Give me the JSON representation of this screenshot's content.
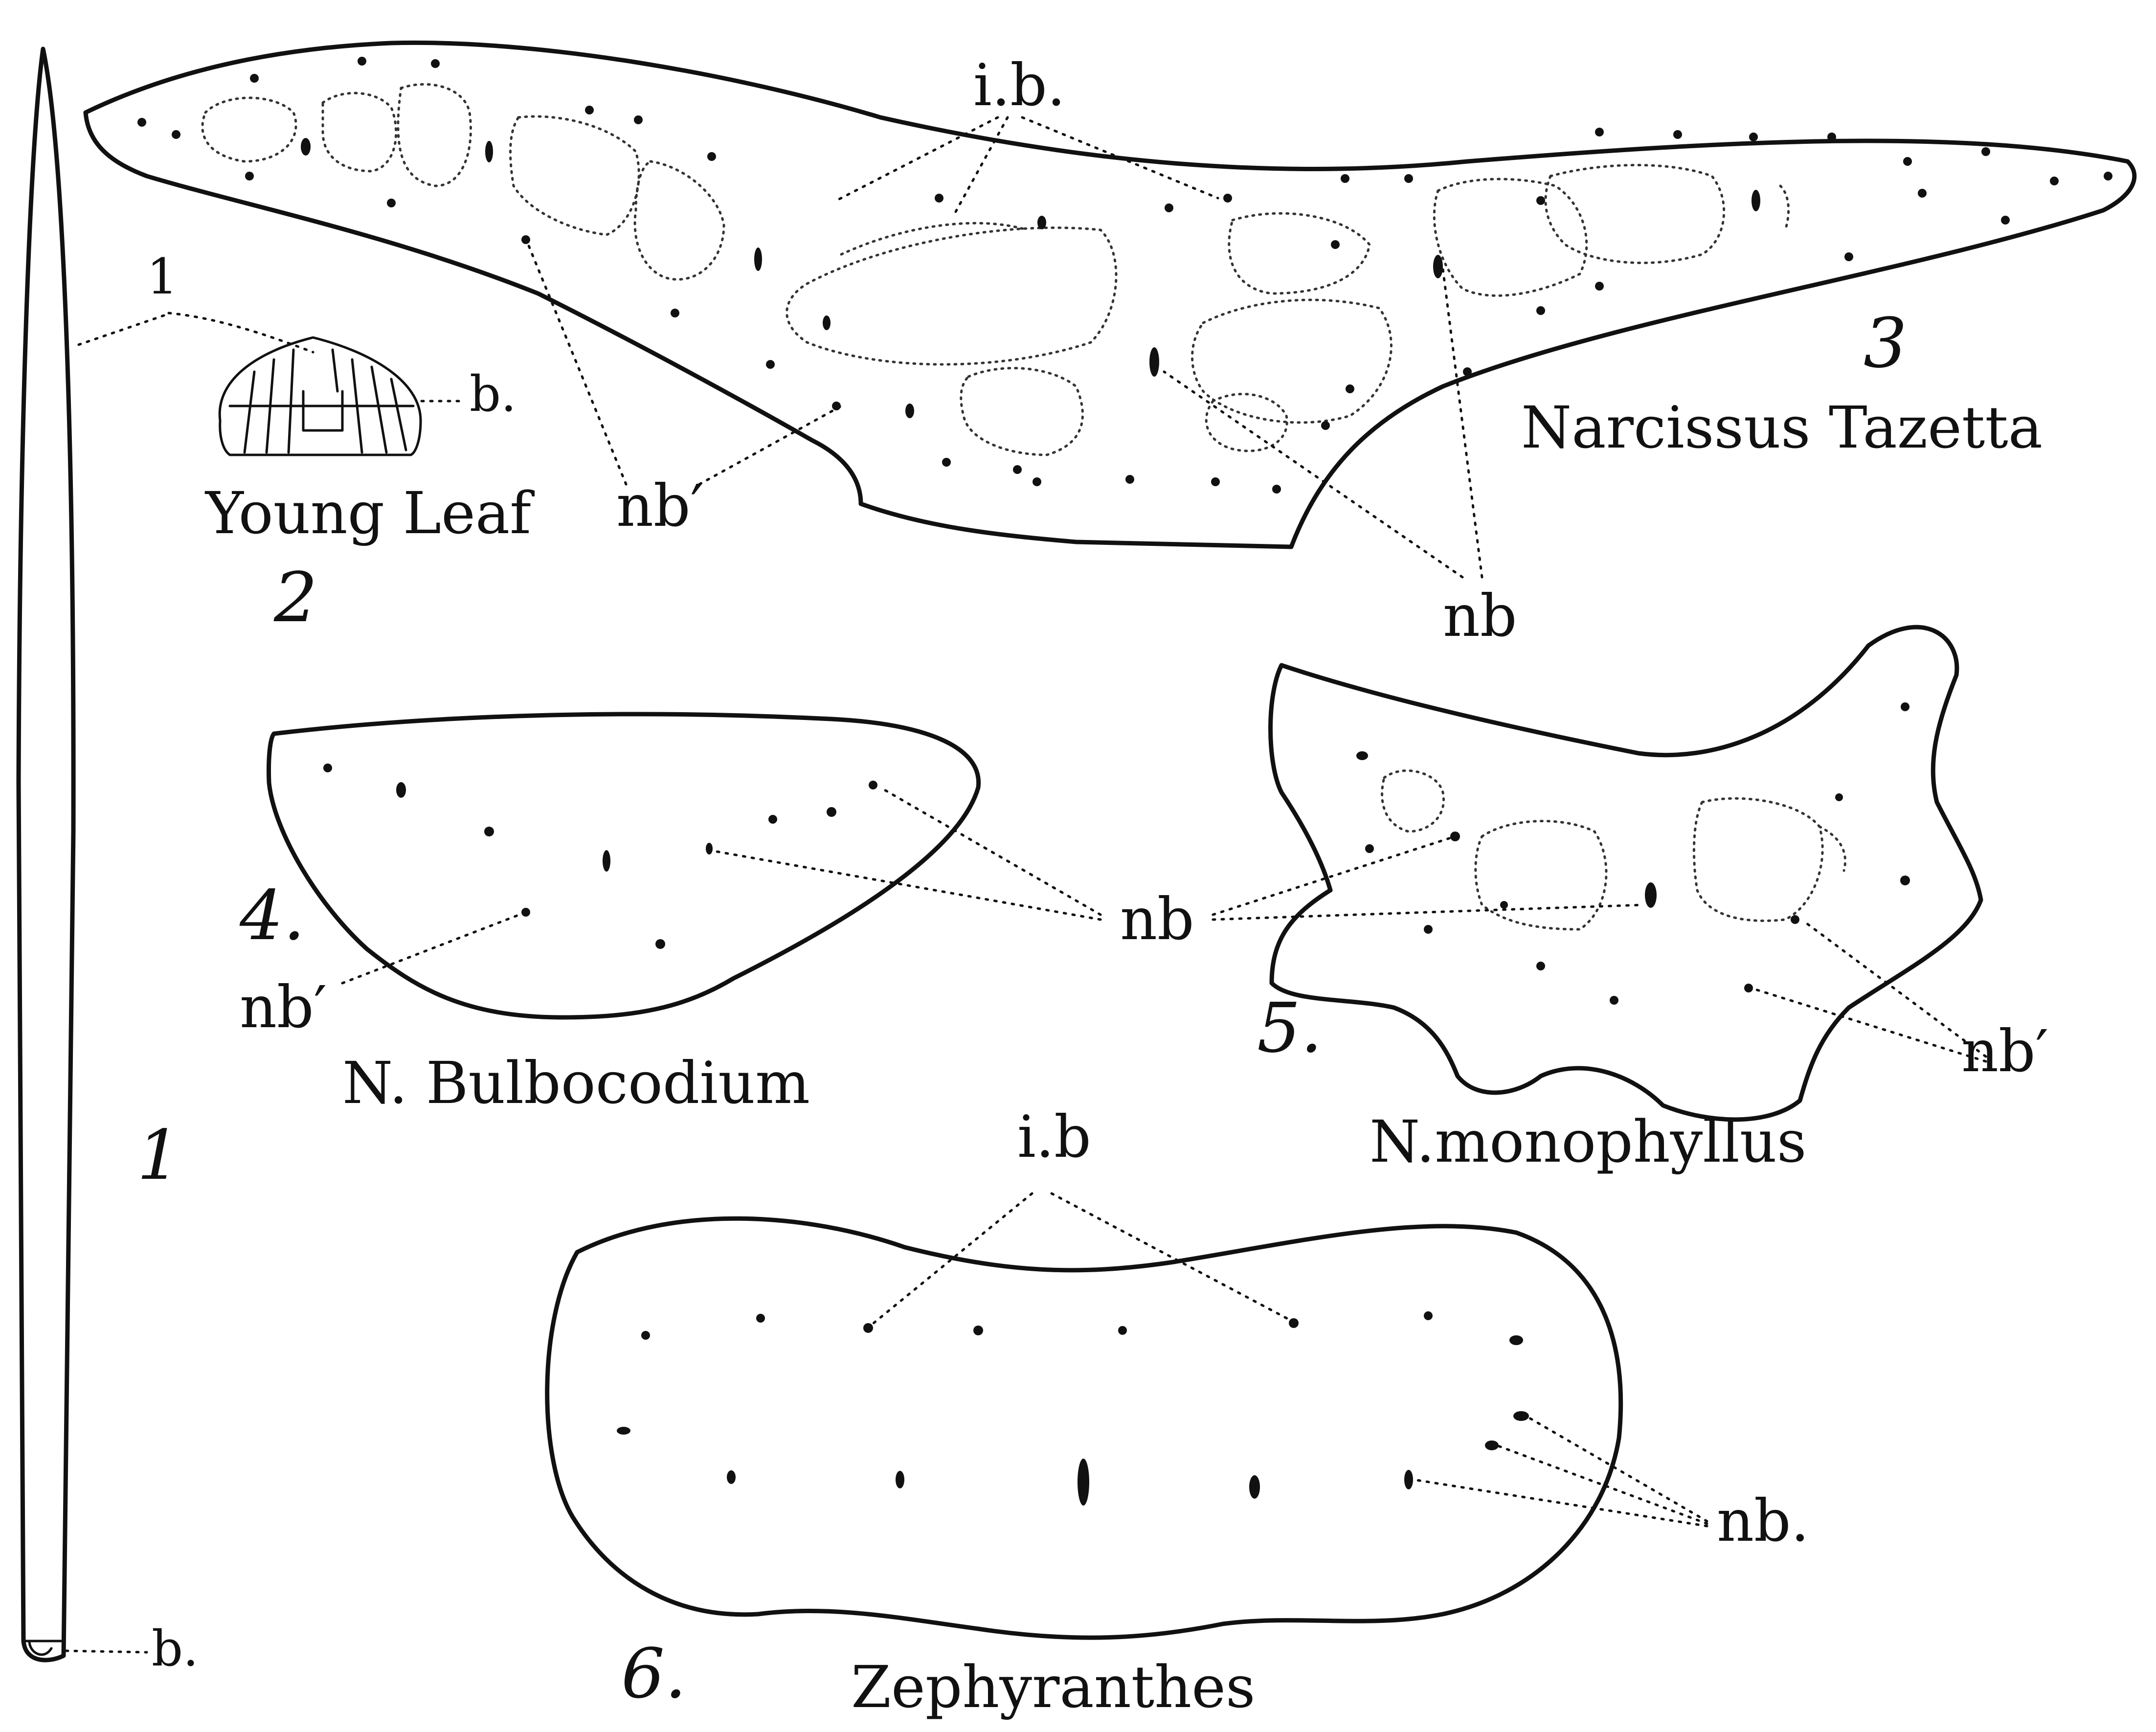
{
  "figure": {
    "numbers": {
      "fig1": "1",
      "fig2": "2",
      "fig3": "3",
      "fig4": "4.",
      "fig5": "5.",
      "fig6": "6."
    },
    "names": {
      "fig2": "Young Leaf",
      "fig3": "Narcissus Tazetta",
      "fig4": "N. Bulbocodium",
      "fig5": "N.monophyllus",
      "fig6": "Zephyranthes"
    },
    "labels": {
      "fig1_l": "1",
      "fig1_b": "b.",
      "fig2_b": "b.",
      "fig3_ib": "i.b.",
      "fig3_nb_prime": "nb′",
      "fig3_nb": "nb",
      "fig4_nb": "nb",
      "fig4_nb_prime": "nb′",
      "fig5_nb_prime": "nb′",
      "fig6_ib": "i.b",
      "fig6_nb": "nb."
    }
  },
  "colors": {
    "ink": "#111111",
    "paper": "#ffffff"
  }
}
